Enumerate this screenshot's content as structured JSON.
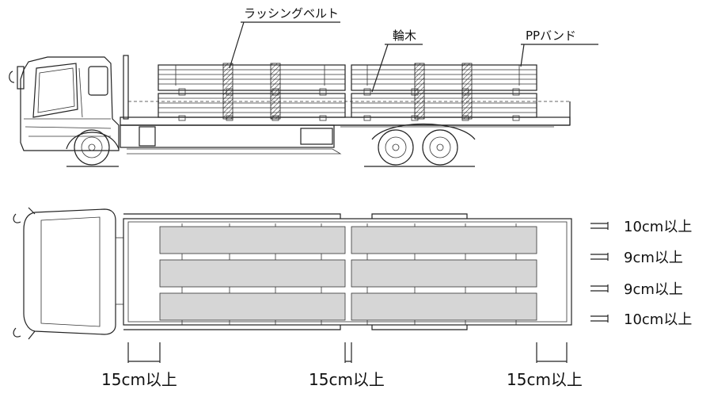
{
  "labels": {
    "lashing_belt": "ラッシングベルト",
    "dunnage": "輪木",
    "pp_band": "PPバンド"
  },
  "gaps": [
    "10cm以上",
    "9cm以上",
    "9cm以上",
    "10cm以上"
  ],
  "clearances": [
    "15cm以上",
    "15cm以上",
    "15cm以上"
  ]
}
